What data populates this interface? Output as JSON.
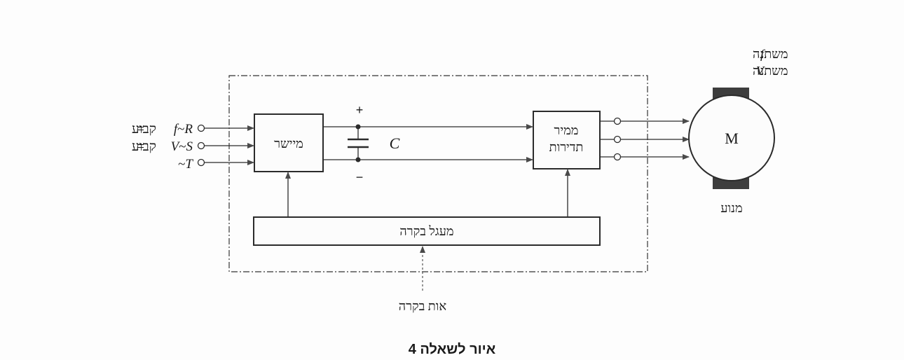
{
  "inputs": {
    "r": {
      "symbol": "R",
      "prefix": "~",
      "annotation_var": "f",
      "annotation_op": "=",
      "annotation_word": "קבוע"
    },
    "s": {
      "symbol": "S",
      "prefix": "~",
      "annotation_var": "V",
      "annotation_op": "=",
      "annotation_word": "קבוע"
    },
    "t": {
      "symbol": "T",
      "prefix": "~"
    }
  },
  "blocks": {
    "rectifier": "מיישר",
    "inverter_line1": "ממיר",
    "inverter_line2": "תדירות",
    "control": "מעגל בקרה"
  },
  "capacitor": {
    "label": "C",
    "plus": "+",
    "minus": "−"
  },
  "motor": {
    "symbol": "M",
    "caption": "מנוע",
    "note_f_var": "f",
    "note_f_text": "משתנה",
    "note_v_var": "V",
    "note_v_text": "משתנה"
  },
  "control_signal": "אות בקרה",
  "figure_caption": "איור לשאלה 4"
}
